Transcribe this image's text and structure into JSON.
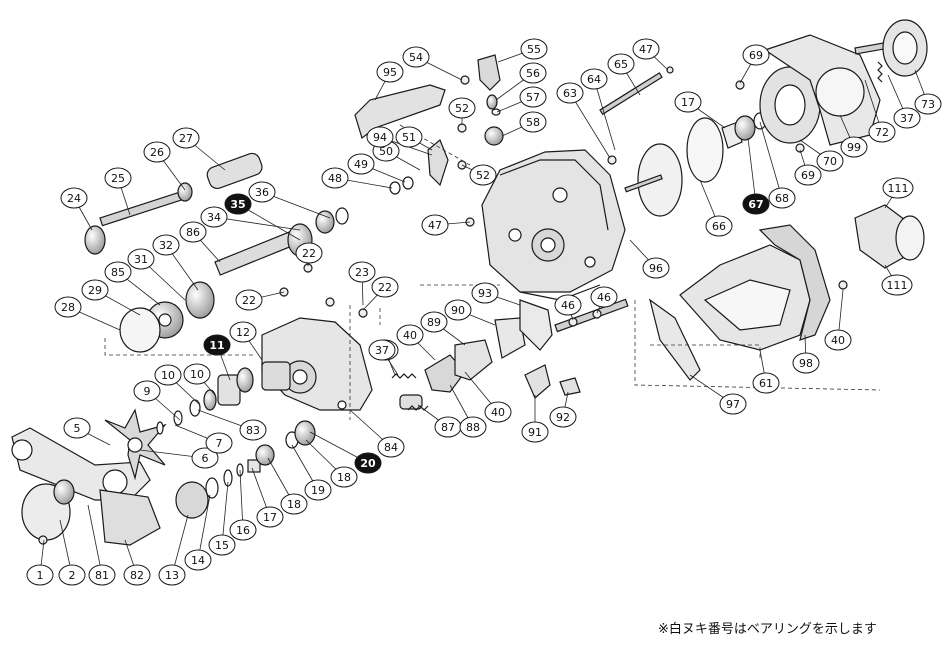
{
  "callouts": [
    {
      "label": "1",
      "style": "outline"
    },
    {
      "label": "2",
      "style": "outline"
    },
    {
      "label": "81",
      "style": "outline"
    },
    {
      "label": "82",
      "style": "outline"
    },
    {
      "label": "13",
      "style": "outline"
    },
    {
      "label": "14",
      "style": "outline"
    },
    {
      "label": "15",
      "style": "outline"
    },
    {
      "label": "16",
      "style": "outline"
    },
    {
      "label": "17",
      "style": "outline"
    },
    {
      "label": "18",
      "style": "outline"
    },
    {
      "label": "19",
      "style": "outline"
    },
    {
      "label": "18",
      "style": "outline"
    },
    {
      "label": "20",
      "style": "filled"
    },
    {
      "label": "84",
      "style": "outline"
    },
    {
      "label": "37",
      "style": "outline"
    },
    {
      "label": "87",
      "style": "outline"
    },
    {
      "label": "88",
      "style": "outline"
    },
    {
      "label": "40",
      "style": "outline"
    },
    {
      "label": "91",
      "style": "outline"
    },
    {
      "label": "92",
      "style": "outline"
    },
    {
      "label": "97",
      "style": "outline"
    },
    {
      "label": "61",
      "style": "outline"
    },
    {
      "label": "98",
      "style": "outline"
    },
    {
      "label": "40",
      "style": "outline"
    },
    {
      "label": "111",
      "style": "outline"
    },
    {
      "label": "111",
      "style": "outline"
    },
    {
      "label": "5",
      "style": "outline"
    },
    {
      "label": "6",
      "style": "outline"
    },
    {
      "label": "7",
      "style": "outline"
    },
    {
      "label": "83",
      "style": "outline"
    },
    {
      "label": "9",
      "style": "outline"
    },
    {
      "label": "10",
      "style": "outline"
    },
    {
      "label": "10",
      "style": "outline"
    },
    {
      "label": "11",
      "style": "filled"
    },
    {
      "label": "12",
      "style": "outline"
    },
    {
      "label": "28",
      "style": "outline"
    },
    {
      "label": "29",
      "style": "outline"
    },
    {
      "label": "85",
      "style": "outline"
    },
    {
      "label": "31",
      "style": "outline"
    },
    {
      "label": "32",
      "style": "outline"
    },
    {
      "label": "86",
      "style": "outline"
    },
    {
      "label": "34",
      "style": "outline"
    },
    {
      "label": "35",
      "style": "filled"
    },
    {
      "label": "36",
      "style": "outline"
    },
    {
      "label": "22",
      "style": "outline"
    },
    {
      "label": "22",
      "style": "outline"
    },
    {
      "label": "23",
      "style": "outline"
    },
    {
      "label": "22",
      "style": "outline"
    },
    {
      "label": "24",
      "style": "outline"
    },
    {
      "label": "25",
      "style": "outline"
    },
    {
      "label": "26",
      "style": "outline"
    },
    {
      "label": "27",
      "style": "outline"
    },
    {
      "label": "37",
      "style": "outline"
    },
    {
      "label": "40",
      "style": "outline"
    },
    {
      "label": "89",
      "style": "outline"
    },
    {
      "label": "90",
      "style": "outline"
    },
    {
      "label": "93",
      "style": "outline"
    },
    {
      "label": "46",
      "style": "outline"
    },
    {
      "label": "46",
      "style": "outline"
    },
    {
      "label": "47",
      "style": "outline"
    },
    {
      "label": "48",
      "style": "outline"
    },
    {
      "label": "49",
      "style": "outline"
    },
    {
      "label": "50",
      "style": "outline"
    },
    {
      "label": "51",
      "style": "outline"
    },
    {
      "label": "52",
      "style": "outline"
    },
    {
      "label": "52",
      "style": "outline"
    },
    {
      "label": "94",
      "style": "outline"
    },
    {
      "label": "95",
      "style": "outline"
    },
    {
      "label": "54",
      "style": "outline"
    },
    {
      "label": "55",
      "style": "outline"
    },
    {
      "label": "56",
      "style": "outline"
    },
    {
      "label": "57",
      "style": "outline"
    },
    {
      "label": "58",
      "style": "outline"
    },
    {
      "label": "63",
      "style": "outline"
    },
    {
      "label": "64",
      "style": "outline"
    },
    {
      "label": "65",
      "style": "outline"
    },
    {
      "label": "47",
      "style": "outline"
    },
    {
      "label": "96",
      "style": "outline"
    },
    {
      "label": "66",
      "style": "outline"
    },
    {
      "label": "17",
      "style": "outline"
    },
    {
      "label": "67",
      "style": "filled"
    },
    {
      "label": "68",
      "style": "outline"
    },
    {
      "label": "69",
      "style": "outline"
    },
    {
      "label": "69",
      "style": "outline"
    },
    {
      "label": "70",
      "style": "outline"
    },
    {
      "label": "99",
      "style": "outline"
    },
    {
      "label": "72",
      "style": "outline"
    },
    {
      "label": "37",
      "style": "outline"
    },
    {
      "label": "73",
      "style": "outline"
    }
  ],
  "note": "※白ヌキ番号はベアリングを示します",
  "colors": {
    "line": "#1a1a1a",
    "part_fill": "#efefef",
    "callout_filled": "#111111",
    "callout_text_on_filled": "#ffffff"
  }
}
